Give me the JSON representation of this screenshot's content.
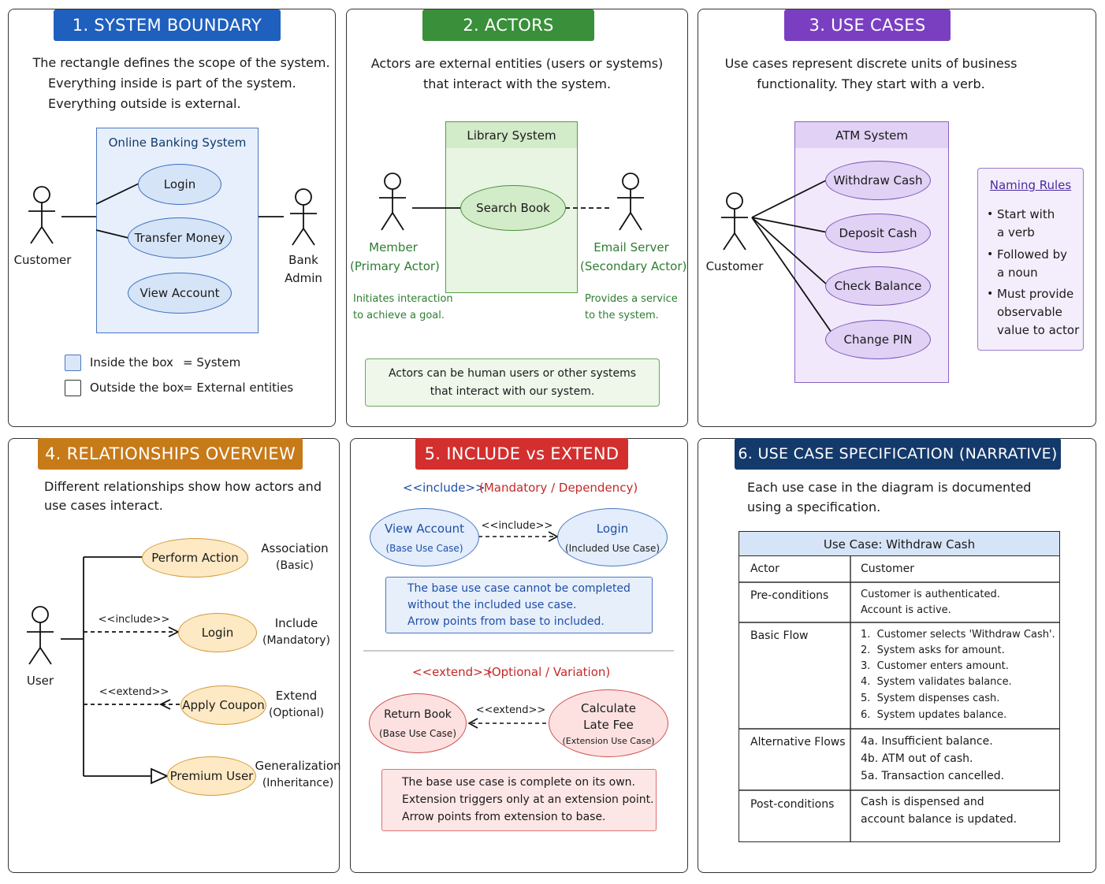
{
  "colors": {
    "blue": "#1f5fbd",
    "green": "#3a8f3a",
    "purple": "#7a3fc0",
    "orange": "#c77a18",
    "red": "#d32f2f",
    "navy": "#143a6b"
  },
  "p1": {
    "title": "1. SYSTEM BOUNDARY",
    "desc": [
      "The rectangle defines the scope of the system.",
      "Everything inside is part of the system.",
      "Everything outside is external."
    ],
    "system": "Online Banking System",
    "uc": [
      "Login",
      "Transfer Money",
      "View Account"
    ],
    "actor_left": "Customer",
    "actor_right": [
      "Bank",
      "Admin"
    ],
    "legend": [
      {
        "label": "Inside the box",
        "eq": "= System"
      },
      {
        "label": "Outside the box",
        "eq": "= External entities"
      }
    ]
  },
  "p2": {
    "title": "2. ACTORS",
    "desc": [
      "Actors are external entities (users or systems)",
      "that interact with the system."
    ],
    "system": "Library System",
    "uc": "Search Book",
    "member": {
      "name": "Member",
      "role": "(Primary Actor)",
      "note": [
        "Initiates interaction",
        "to achieve a goal."
      ]
    },
    "server": {
      "name": "Email Server",
      "role": "(Secondary Actor)",
      "note": [
        "Provides a service",
        "to the system."
      ]
    },
    "box": [
      "Actors can be human users or other systems",
      "that interact with our system."
    ]
  },
  "p3": {
    "title": "3. USE CASES",
    "desc": [
      "Use cases represent discrete units of business",
      "functionality. They start with a verb."
    ],
    "system": "ATM System",
    "uc": [
      "Withdraw Cash",
      "Deposit Cash",
      "Check Balance",
      "Change PIN"
    ],
    "actor": "Customer",
    "rules_title": "Naming Rules",
    "rules": [
      [
        "Start with",
        "a verb"
      ],
      [
        "Followed by",
        "a noun"
      ],
      [
        "Must provide",
        "observable",
        "value to actor"
      ]
    ]
  },
  "p4": {
    "title": "4. RELATIONSHIPS OVERVIEW",
    "desc": [
      "Different relationships show how actors and",
      "use cases interact."
    ],
    "actor": "User",
    "items": [
      {
        "uc": "Perform Action",
        "kind": "Association",
        "sub": "(Basic)",
        "stereo": ""
      },
      {
        "uc": "Login",
        "kind": "Include",
        "sub": "(Mandatory)",
        "stereo": "<<include>>"
      },
      {
        "uc": "Apply Coupon",
        "kind": "Extend",
        "sub": "(Optional)",
        "stereo": "<<extend>>"
      },
      {
        "uc": "Premium User",
        "kind": "Generalization",
        "sub": "(Inheritance)",
        "stereo": ""
      }
    ]
  },
  "p5": {
    "title": "5. INCLUDE vs EXTEND",
    "inc_head": "<<include>>",
    "inc_tag": "(Mandatory / Dependency)",
    "inc_base": {
      "name": "View Account",
      "sub": "(Base Use Case)"
    },
    "inc_target": {
      "name": "Login",
      "sub": "(Included Use Case)"
    },
    "inc_label": "<<include>>",
    "inc_box": [
      "The base use case cannot be completed",
      "without the included use case.",
      "Arrow points from base to included."
    ],
    "ext_head": "<<extend>>",
    "ext_tag": "(Optional / Variation)",
    "ext_base": {
      "name": "Return Book",
      "sub": "(Base Use Case)"
    },
    "ext_target": {
      "name": [
        "Calculate",
        "Late Fee"
      ],
      "sub": "(Extension Use Case)"
    },
    "ext_label": "<<extend>>",
    "ext_box": [
      "The base use case is complete on its own.",
      "Extension triggers only at an extension point.",
      "Arrow points from extension to base."
    ]
  },
  "p6": {
    "title": "6. USE CASE SPECIFICATION (NARRATIVE)",
    "desc": [
      "Each use case in the diagram is documented",
      "using a specification."
    ],
    "table_title": "Use Case: Withdraw Cash",
    "rows": [
      {
        "k": "Actor",
        "v": [
          "Customer"
        ]
      },
      {
        "k": "Pre-conditions",
        "v": [
          "Customer is authenticated.",
          "Account is active."
        ]
      },
      {
        "k": "Basic Flow",
        "v": [
          "1.  Customer selects 'Withdraw Cash'.",
          "2.  System asks for amount.",
          "3.  Customer enters amount.",
          "4.  System validates balance.",
          "5.  System dispenses cash.",
          "6.  System updates balance."
        ]
      },
      {
        "k": "Alternative Flows",
        "v": [
          "4a. Insufficient balance.",
          "4b. ATM out of cash.",
          "5a. Transaction cancelled."
        ]
      },
      {
        "k": "Post-conditions",
        "v": [
          "Cash is dispensed and",
          "account balance is updated."
        ]
      }
    ]
  }
}
